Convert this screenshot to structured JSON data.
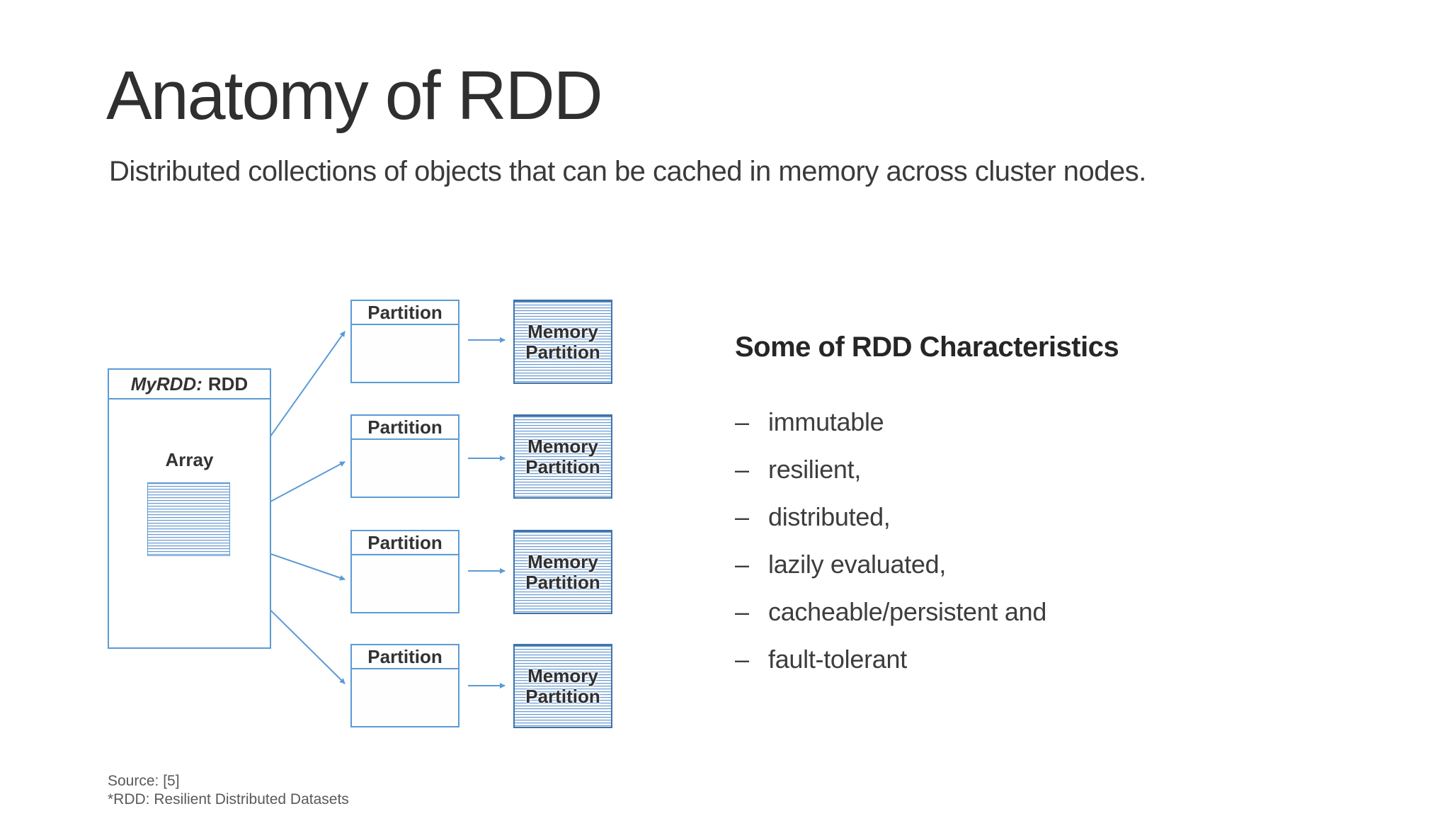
{
  "title": "Anatomy of RDD",
  "subtitle": "Distributed collections of objects that can be cached in memory across cluster nodes.",
  "diagram": {
    "rdd_box": {
      "name_italic": "MyRDD:",
      "name_type": "RDD",
      "array_label": "Array"
    },
    "partitions": [
      "Partition",
      "Partition",
      "Partition",
      "Partition"
    ],
    "memory_partitions": [
      "Memory Partition",
      "Memory Partition",
      "Memory Partition",
      "Memory Partition"
    ]
  },
  "characteristics": {
    "heading": "Some of RDD Characteristics",
    "marker": "–",
    "items": [
      "immutable",
      "resilient,",
      "distributed,",
      "lazily evaluated,",
      "cacheable/persistent and",
      "fault-tolerant"
    ]
  },
  "footnote": {
    "source": "Source: [5]",
    "definition": "*RDD: Resilient Distributed Datasets"
  },
  "colors": {
    "box_border_blue": "#5b9bd5",
    "memory_border_blue": "#3e74ab",
    "hatch_line_blue": "#6b9bd2",
    "arrow_blue": "#5b9bd5",
    "text_dark": "#333333",
    "text_gray": "#595959"
  }
}
